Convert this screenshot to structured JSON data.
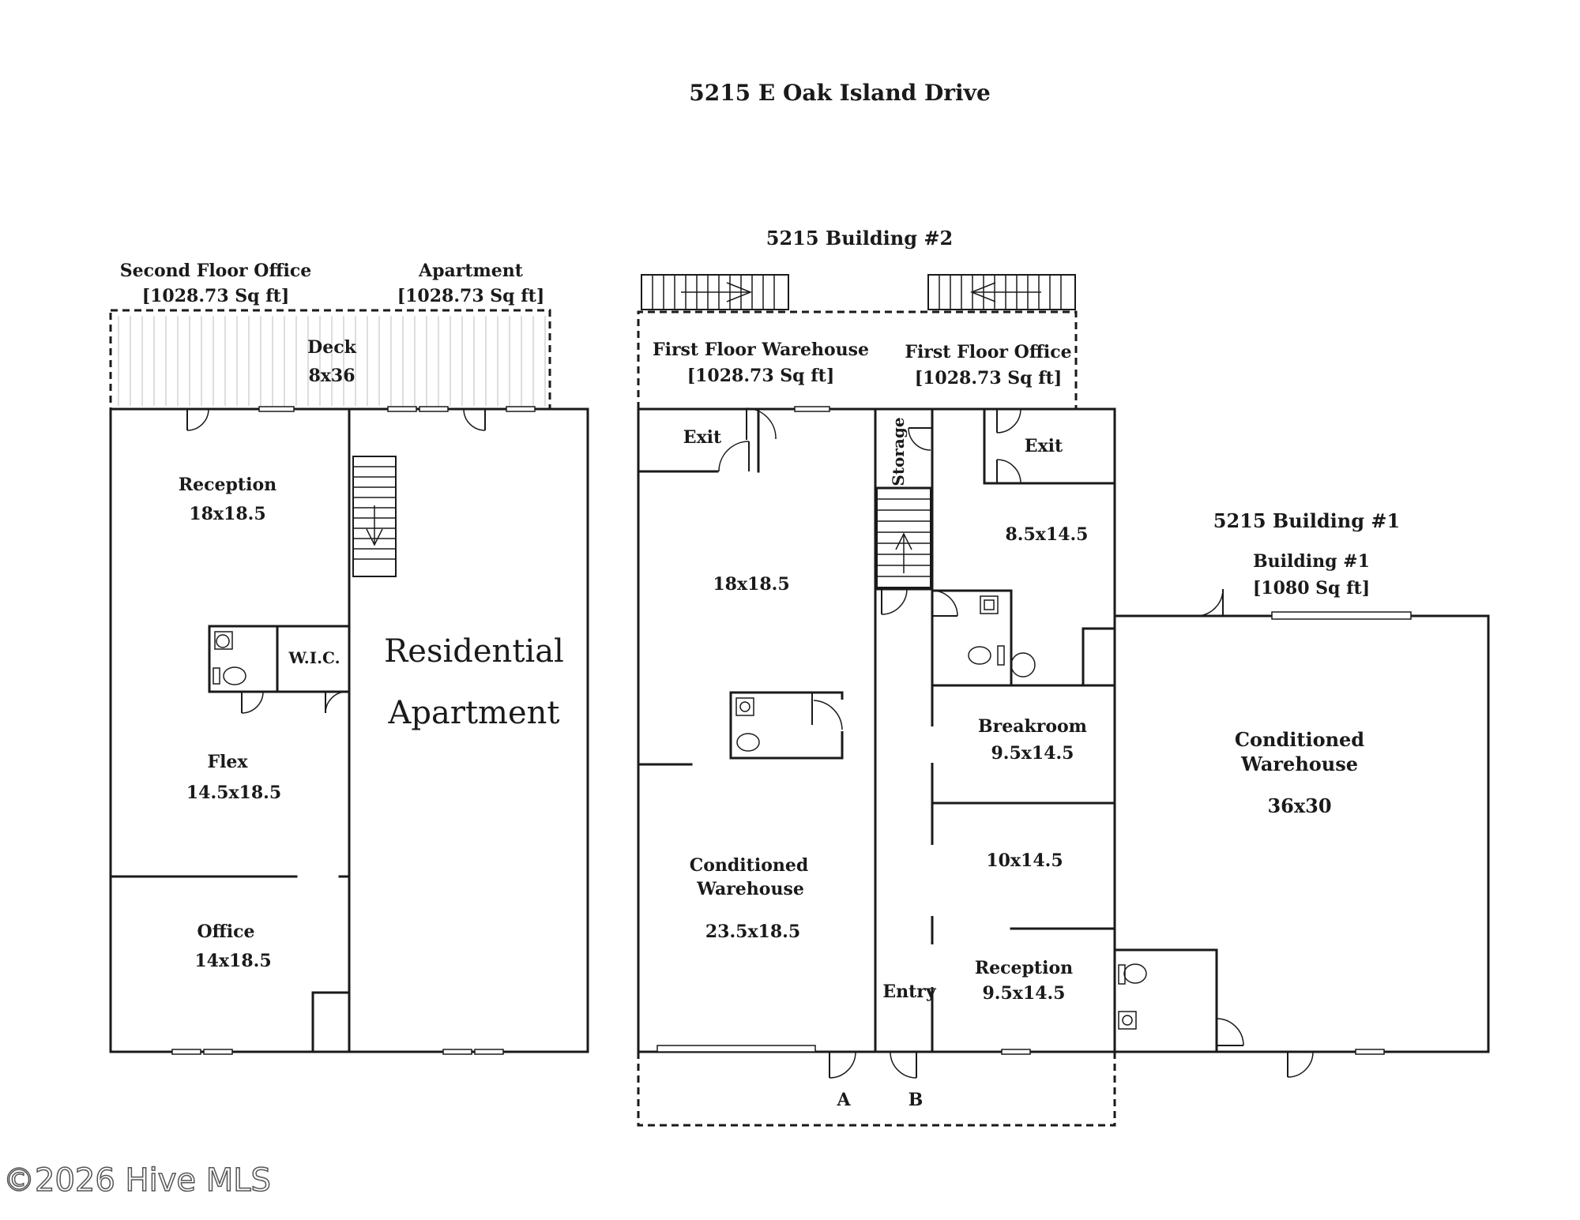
{
  "title": "5215 E Oak Island Drive",
  "left": {
    "office_title": "Second Floor Office",
    "office_sqft": "[1028.73 Sq ft]",
    "apt_title": "Apartment",
    "apt_sqft": "[1028.73 Sq ft]",
    "deck_name": "Deck",
    "deck_dim": "8x36",
    "reception_name": "Reception",
    "reception_dim": "18x18.5",
    "wic": "W.I.C.",
    "flex_name": "Flex",
    "flex_dim": "14.5x18.5",
    "office_name": "Office",
    "office_dim": "14x18.5",
    "residential_1": "Residential",
    "residential_2": "Apartment"
  },
  "b2": {
    "title": "5215 Building #2",
    "warehouse_title": "First Floor Warehouse",
    "warehouse_sqft": "[1028.73 Sq ft]",
    "office_title": "First Floor Office",
    "office_sqft": "[1028.73 Sq ft]",
    "exit_left": "Exit",
    "exit_right": "Exit",
    "storage": "Storage",
    "room_upper_dim": "18x18.5",
    "room_right_dim": "8.5x14.5",
    "breakroom_name": "Breakroom",
    "breakroom_dim": "9.5x14.5",
    "cond_name_1": "Conditioned",
    "cond_name_2": "Warehouse",
    "cond_dim": "23.5x18.5",
    "room_10_dim": "10x14.5",
    "entry": "Entry",
    "reception_name": "Reception",
    "reception_dim": "9.5x14.5",
    "door_a": "A",
    "door_b": "B"
  },
  "b1": {
    "title": "5215 Building #1",
    "sub": "Building #1",
    "sqft": "[1080 Sq ft]",
    "cond_name_1": "Conditioned",
    "cond_name_2": "Warehouse",
    "cond_dim": "36x30"
  },
  "watermark": "©2026 Hive MLS"
}
